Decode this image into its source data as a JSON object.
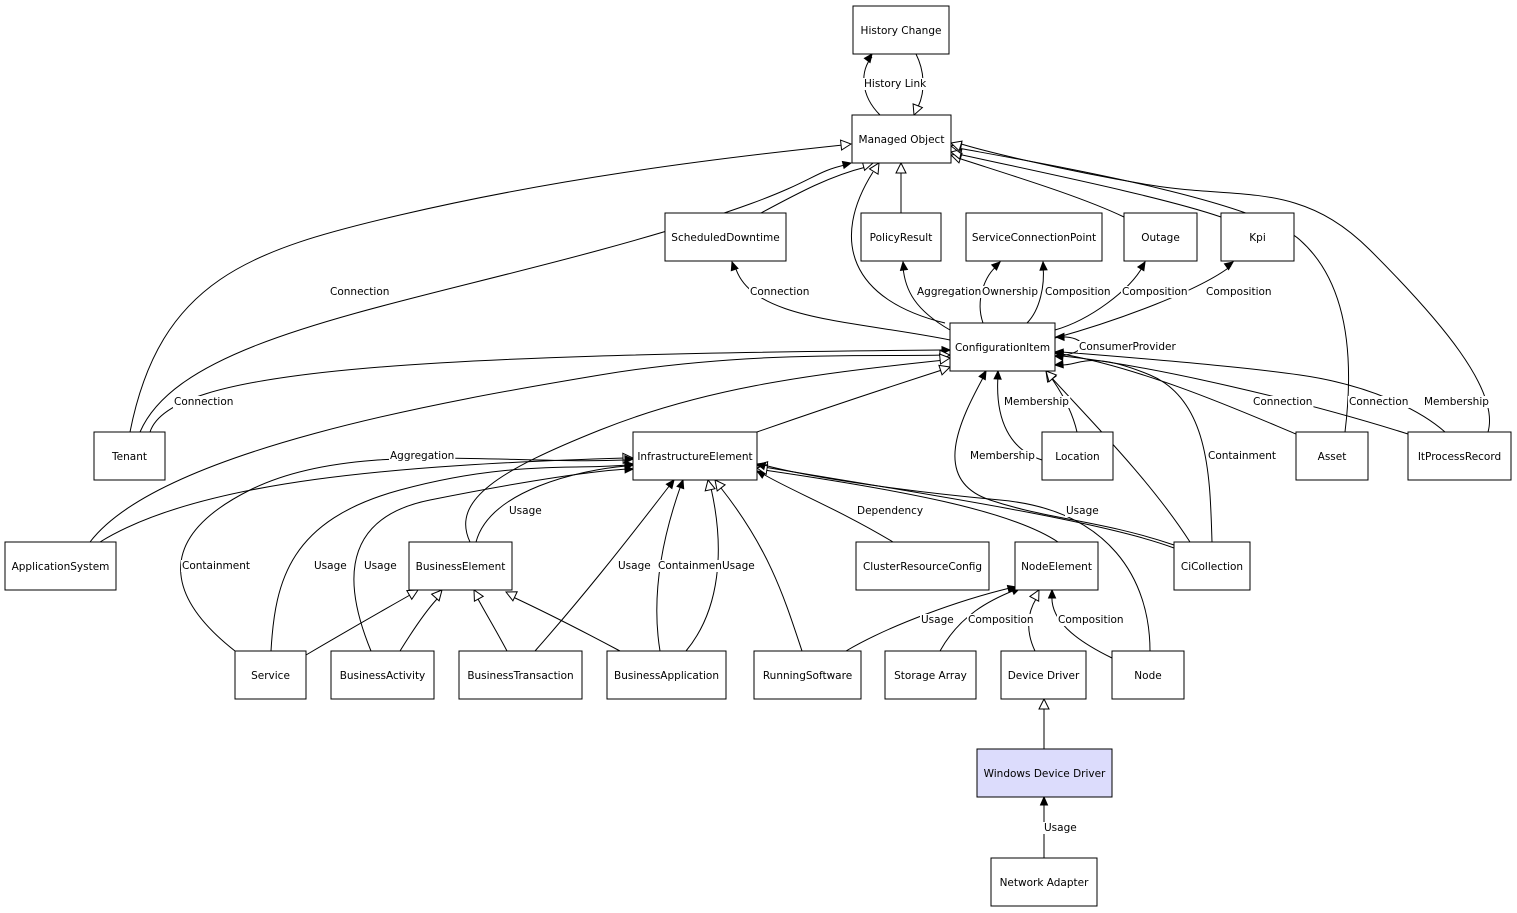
{
  "colors": {
    "highlight_fill": "#dcdcfc",
    "line": "#000000",
    "background": "#ffffff"
  },
  "nodes": {
    "history_change": "History Change",
    "managed_object": "Managed Object",
    "scheduled_downtime": "ScheduledDowntime",
    "policy_result": "PolicyResult",
    "service_connection_point": "ServiceConnectionPoint",
    "outage": "Outage",
    "kpi": "Kpi",
    "configuration_item": "ConfigurationItem",
    "tenant": "Tenant",
    "infrastructure_element": "InfrastructureElement",
    "location": "Location",
    "asset": "Asset",
    "it_process_record": "ItProcessRecord",
    "application_system": "ApplicationSystem",
    "business_element": "BusinessElement",
    "cluster_resource_config": "ClusterResourceConfig",
    "node_element": "NodeElement",
    "ci_collection": "CiCollection",
    "service": "Service",
    "business_activity": "BusinessActivity",
    "business_transaction": "BusinessTransaction",
    "business_application": "BusinessApplication",
    "running_software": "RunningSoftware",
    "storage_array": "Storage Array",
    "device_driver": "Device Driver",
    "node": "Node",
    "windows_device_driver": "Windows Device Driver",
    "network_adapter": "Network Adapter"
  },
  "edge_labels": {
    "history_link": "History Link",
    "tenant_mo_connection": "Connection",
    "ci_sd_connection": "Connection",
    "ci_pr_aggregation": "Aggregation",
    "ci_scp_ownership": "Ownership",
    "ci_scp_composition": "Composition",
    "ci_outage_composition": "Composition",
    "ci_kpi_composition": "Composition",
    "ci_self_consumer_provider": "ConsumerProvider",
    "tenant_ci_connection": "Connection",
    "location_ci_membership": "Membership",
    "asset_ci_connection": "Connection",
    "itpr_ci_connection": "Connection",
    "itpr_ci_membership": "Membership",
    "ci_cicollection_containment": "Containment",
    "cicollection_ci_membership": "Membership",
    "appsys_ie_aggregation": "Aggregation",
    "be_ie_usage": "Usage",
    "crc_ie_dependency": "Dependency",
    "cicollection_ie_usage": "Usage",
    "service_ie_containment": "Containment",
    "service_ie_usage": "Usage",
    "ba_ie_usage": "Usage",
    "bt_ie_usage": "Usage",
    "bapp_ie_containment": "Containment",
    "bapp_ie_usage": "Usage",
    "rs_ne_usage": "Usage",
    "sa_ne_composition": "Composition",
    "node_ne_composition": "Composition",
    "na_wdd_usage": "Usage"
  }
}
